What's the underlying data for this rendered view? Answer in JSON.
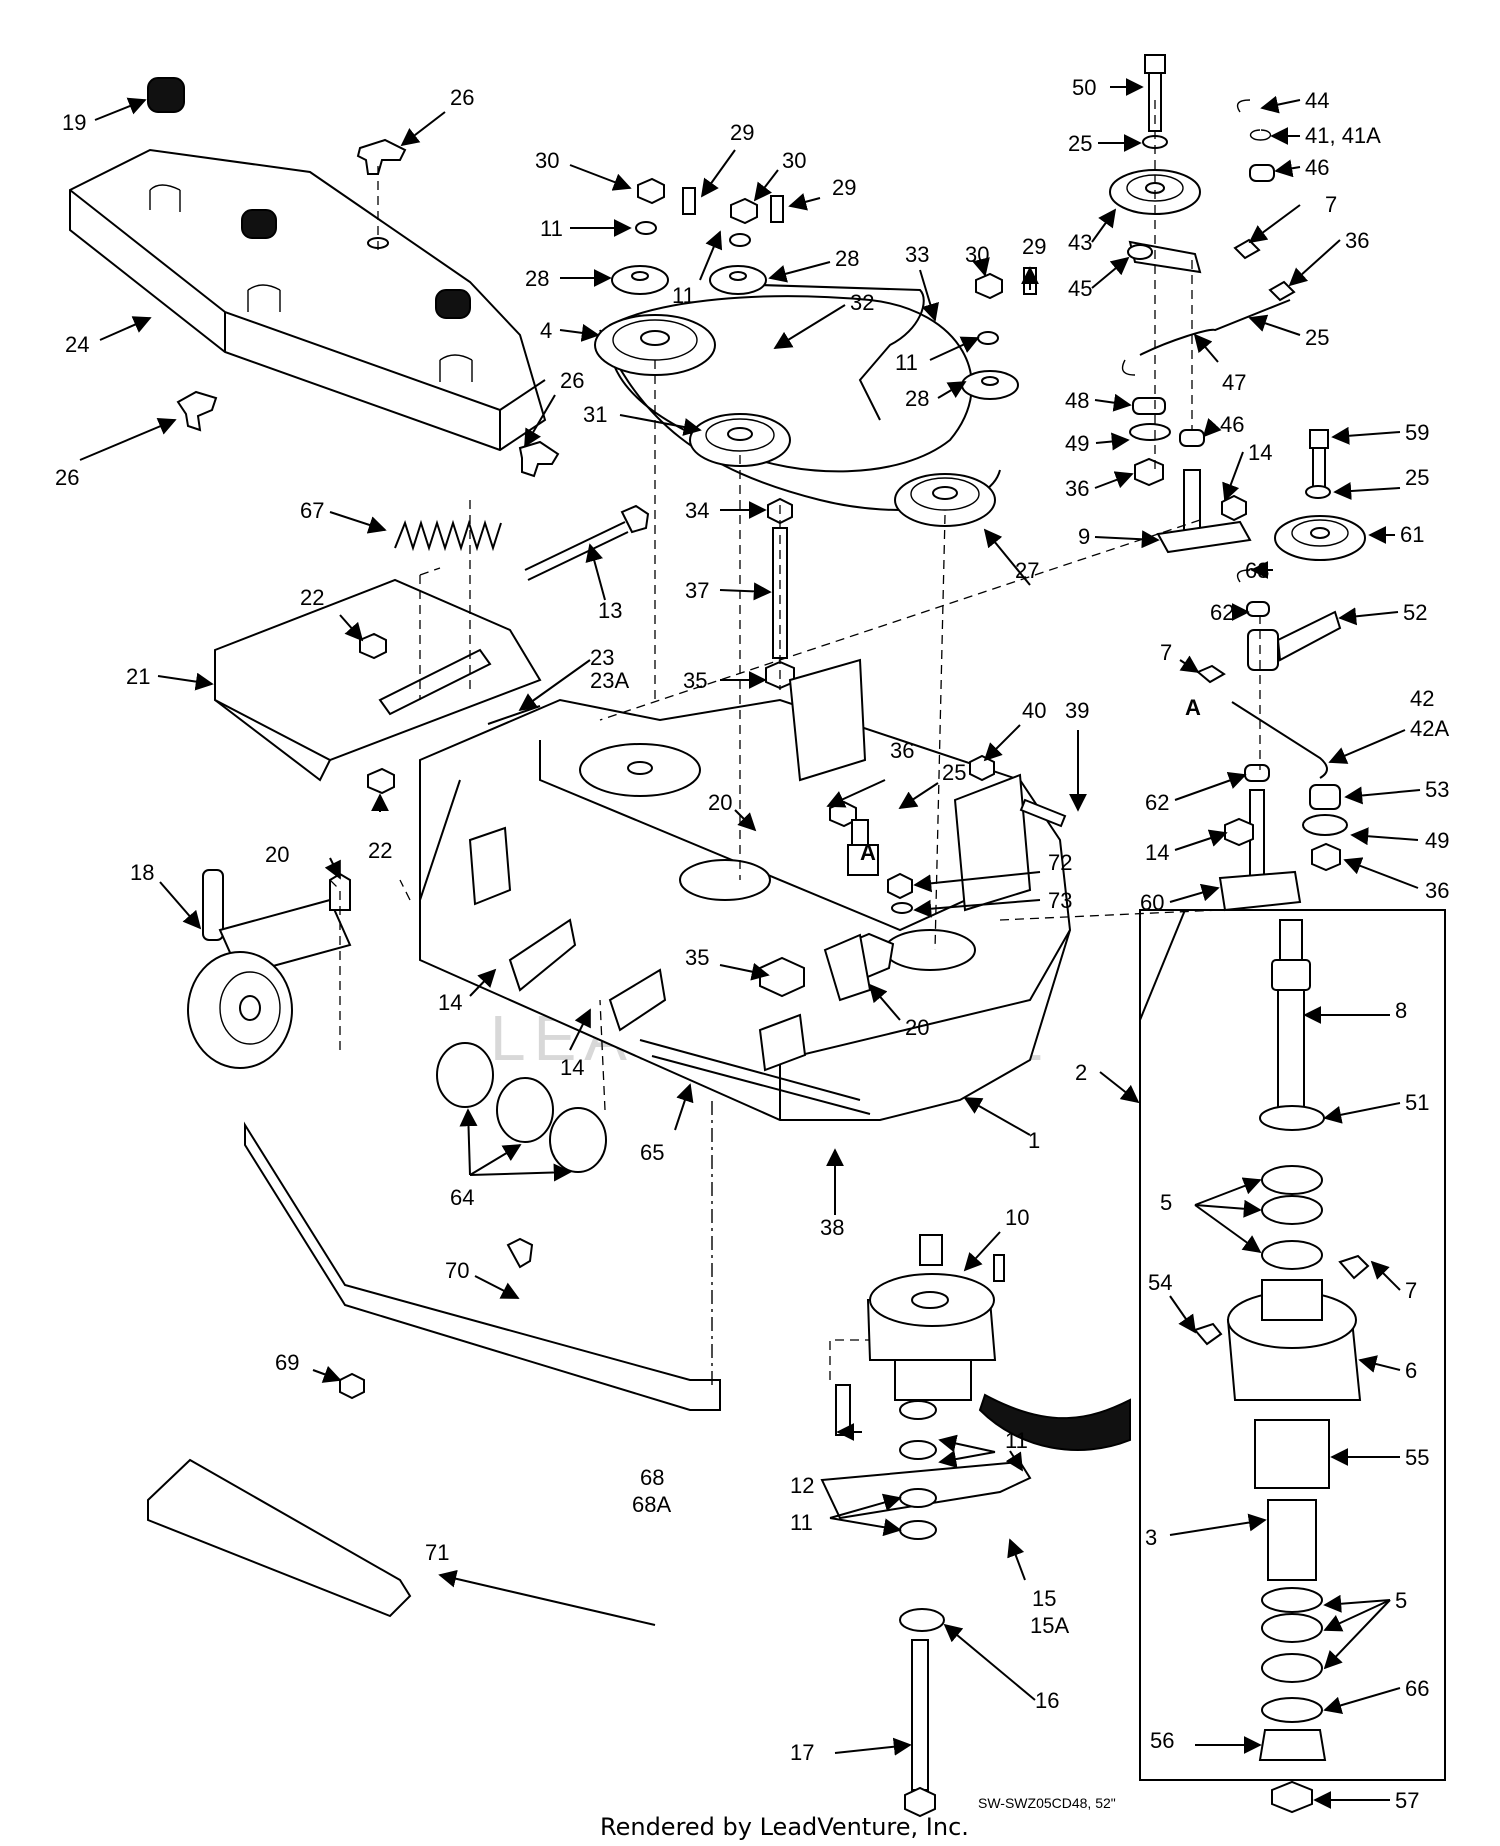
{
  "diagram": {
    "source_code": "SW-SWZ05CD48, 52\"",
    "credit": "Rendered by LeadVenture, Inc.",
    "watermark": "LEADVENTURE",
    "detail_marker": "A",
    "callouts": [
      {
        "id": "c19",
        "label": "19"
      },
      {
        "id": "c26a",
        "label": "26"
      },
      {
        "id": "c24",
        "label": "24"
      },
      {
        "id": "c26b",
        "label": "26"
      },
      {
        "id": "c26c",
        "label": "26"
      },
      {
        "id": "c30a",
        "label": "30"
      },
      {
        "id": "c29a",
        "label": "29"
      },
      {
        "id": "c30b",
        "label": "30"
      },
      {
        "id": "c29b",
        "label": "29"
      },
      {
        "id": "c11a",
        "label": "11"
      },
      {
        "id": "c28a",
        "label": "28"
      },
      {
        "id": "c11b",
        "label": "11"
      },
      {
        "id": "c28b",
        "label": "28"
      },
      {
        "id": "c33",
        "label": "33"
      },
      {
        "id": "c30c",
        "label": "30"
      },
      {
        "id": "c29c",
        "label": "29"
      },
      {
        "id": "c4",
        "label": "4"
      },
      {
        "id": "c32",
        "label": "32"
      },
      {
        "id": "c11c",
        "label": "11"
      },
      {
        "id": "c28c",
        "label": "28"
      },
      {
        "id": "c31",
        "label": "31"
      },
      {
        "id": "c34",
        "label": "34"
      },
      {
        "id": "c27",
        "label": "27"
      },
      {
        "id": "c37",
        "label": "37"
      },
      {
        "id": "c35a",
        "label": "35"
      },
      {
        "id": "c67",
        "label": "67"
      },
      {
        "id": "c13",
        "label": "13"
      },
      {
        "id": "c22a",
        "label": "22"
      },
      {
        "id": "c21",
        "label": "21"
      },
      {
        "id": "c23",
        "label": "23"
      },
      {
        "id": "c23a",
        "label": "23A"
      },
      {
        "id": "c22b",
        "label": "22"
      },
      {
        "id": "c50",
        "label": "50"
      },
      {
        "id": "c44",
        "label": "44"
      },
      {
        "id": "c25a",
        "label": "25"
      },
      {
        "id": "c41",
        "label": "41, 41A"
      },
      {
        "id": "c46a",
        "label": "46"
      },
      {
        "id": "c7a",
        "label": "7"
      },
      {
        "id": "c43",
        "label": "43"
      },
      {
        "id": "c36a",
        "label": "36"
      },
      {
        "id": "c45",
        "label": "45"
      },
      {
        "id": "c25b",
        "label": "25"
      },
      {
        "id": "c47",
        "label": "47"
      },
      {
        "id": "c48",
        "label": "48"
      },
      {
        "id": "c46b",
        "label": "46"
      },
      {
        "id": "c59",
        "label": "59"
      },
      {
        "id": "c49a",
        "label": "49"
      },
      {
        "id": "c14a",
        "label": "14"
      },
      {
        "id": "c36b",
        "label": "36"
      },
      {
        "id": "c25c",
        "label": "25"
      },
      {
        "id": "c9",
        "label": "9"
      },
      {
        "id": "c61",
        "label": "61"
      },
      {
        "id": "c63",
        "label": "63"
      },
      {
        "id": "c62a",
        "label": "62"
      },
      {
        "id": "c52",
        "label": "52"
      },
      {
        "id": "c7b",
        "label": "7"
      },
      {
        "id": "c42",
        "label": "42"
      },
      {
        "id": "c42a",
        "label": "42A"
      },
      {
        "id": "c40",
        "label": "40"
      },
      {
        "id": "c39",
        "label": "39"
      },
      {
        "id": "c36c",
        "label": "36"
      },
      {
        "id": "c25d",
        "label": "25"
      },
      {
        "id": "c62b",
        "label": "62"
      },
      {
        "id": "c53",
        "label": "53"
      },
      {
        "id": "c49b",
        "label": "49"
      },
      {
        "id": "c14b",
        "label": "14"
      },
      {
        "id": "c36d",
        "label": "36"
      },
      {
        "id": "c60",
        "label": "60"
      },
      {
        "id": "c20a",
        "label": "20"
      },
      {
        "id": "c72",
        "label": "72"
      },
      {
        "id": "c73",
        "label": "73"
      },
      {
        "id": "c20b",
        "label": "20"
      },
      {
        "id": "c18",
        "label": "18"
      },
      {
        "id": "c14c",
        "label": "14"
      },
      {
        "id": "c35b",
        "label": "35"
      },
      {
        "id": "c20c",
        "label": "20"
      },
      {
        "id": "c14d",
        "label": "14"
      },
      {
        "id": "c8",
        "label": "8"
      },
      {
        "id": "c2",
        "label": "2"
      },
      {
        "id": "c51",
        "label": "51"
      },
      {
        "id": "c1",
        "label": "1"
      },
      {
        "id": "c65",
        "label": "65"
      },
      {
        "id": "c64",
        "label": "64"
      },
      {
        "id": "c38",
        "label": "38"
      },
      {
        "id": "c5a",
        "label": "5"
      },
      {
        "id": "c10",
        "label": "10"
      },
      {
        "id": "c54",
        "label": "54"
      },
      {
        "id": "c7c",
        "label": "7"
      },
      {
        "id": "c70",
        "label": "70"
      },
      {
        "id": "c6",
        "label": "6"
      },
      {
        "id": "c69",
        "label": "69"
      },
      {
        "id": "c55",
        "label": "55"
      },
      {
        "id": "c12",
        "label": "12"
      },
      {
        "id": "c11d",
        "label": "11"
      },
      {
        "id": "c68",
        "label": "68"
      },
      {
        "id": "c68a",
        "label": "68A"
      },
      {
        "id": "c11e",
        "label": "11"
      },
      {
        "id": "c3",
        "label": "3"
      },
      {
        "id": "c71",
        "label": "71"
      },
      {
        "id": "c15",
        "label": "15"
      },
      {
        "id": "c15a",
        "label": "15A"
      },
      {
        "id": "c5b",
        "label": "5"
      },
      {
        "id": "c16",
        "label": "16"
      },
      {
        "id": "c66",
        "label": "66"
      },
      {
        "id": "c56",
        "label": "56"
      },
      {
        "id": "c17",
        "label": "17"
      },
      {
        "id": "c57",
        "label": "57"
      }
    ]
  }
}
